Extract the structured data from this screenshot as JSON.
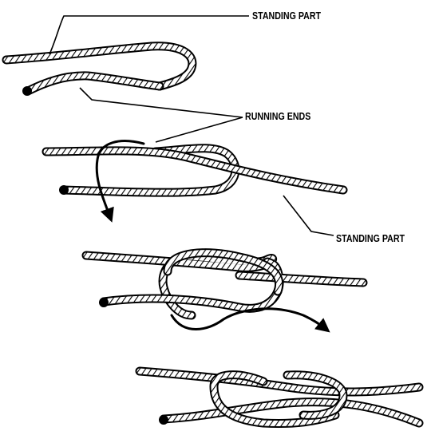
{
  "labels": {
    "standing_part_top": "STANDING PART",
    "running_ends": "RUNNING ENDS",
    "standing_part_mid": "STANDING PART"
  },
  "colors": {
    "ink": "#000000",
    "paper": "#ffffff"
  }
}
